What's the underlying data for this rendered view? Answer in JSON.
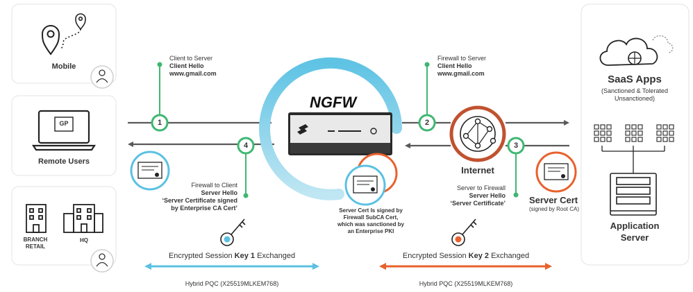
{
  "clients": {
    "mobile": "Mobile",
    "remote_users": "Remote Users",
    "gp_badge": "GP",
    "branch_retail": "BRANCH\nRETAIL",
    "hq": "HQ"
  },
  "steps": {
    "s1": {
      "num": "1",
      "line1": "Client to Server",
      "line2": "Client Hello",
      "line3": "www.gmail.com"
    },
    "s2": {
      "num": "2",
      "line1": "Firewall to Server",
      "line2": "Client Hello",
      "line3": "www.gmail.com"
    },
    "s3": {
      "num": "3",
      "line1": "Server to Firewall",
      "line2": "Server Hello",
      "line3": "‘Server Certificate’"
    },
    "s4": {
      "num": "4",
      "line1": "Firewall to Client",
      "line2": "Server Hello",
      "line3": "‘Server Certificate signed",
      "line4": "by Enterprise CA Cert’"
    }
  },
  "ngfw": {
    "title": "NGFW",
    "note": [
      "Server Cert Is signed by",
      "Firewall SubCA Cert,",
      "which was sanctioned by",
      "an Enterprise PKI"
    ]
  },
  "internet": {
    "label": "Internet"
  },
  "server_cert": {
    "title": "Server Cert",
    "subtitle": "(signed by Root CA)"
  },
  "saas": {
    "title": "SaaS Apps",
    "line1": "(Sanctioned & Tolerated",
    "line2": "Unsanctioned)",
    "app_server": "Application\nServer"
  },
  "sessions": {
    "left": {
      "prefix": "Encrypted Session ",
      "key": "Key 1",
      "suffix": " Exchanged",
      "pqc": "Hybrid PQC (X25519MLKEM768)"
    },
    "right": {
      "prefix": "Encrypted Session ",
      "key": "Key 2",
      "suffix": " Exchanged",
      "pqc": "Hybrid PQC (X25519MLKEM768)"
    }
  },
  "colors": {
    "green": "#3fb772",
    "blue": "#5bc1e2",
    "orange": "#e8612c",
    "internet_ring": "#c0522f",
    "arrow": "#595959"
  }
}
